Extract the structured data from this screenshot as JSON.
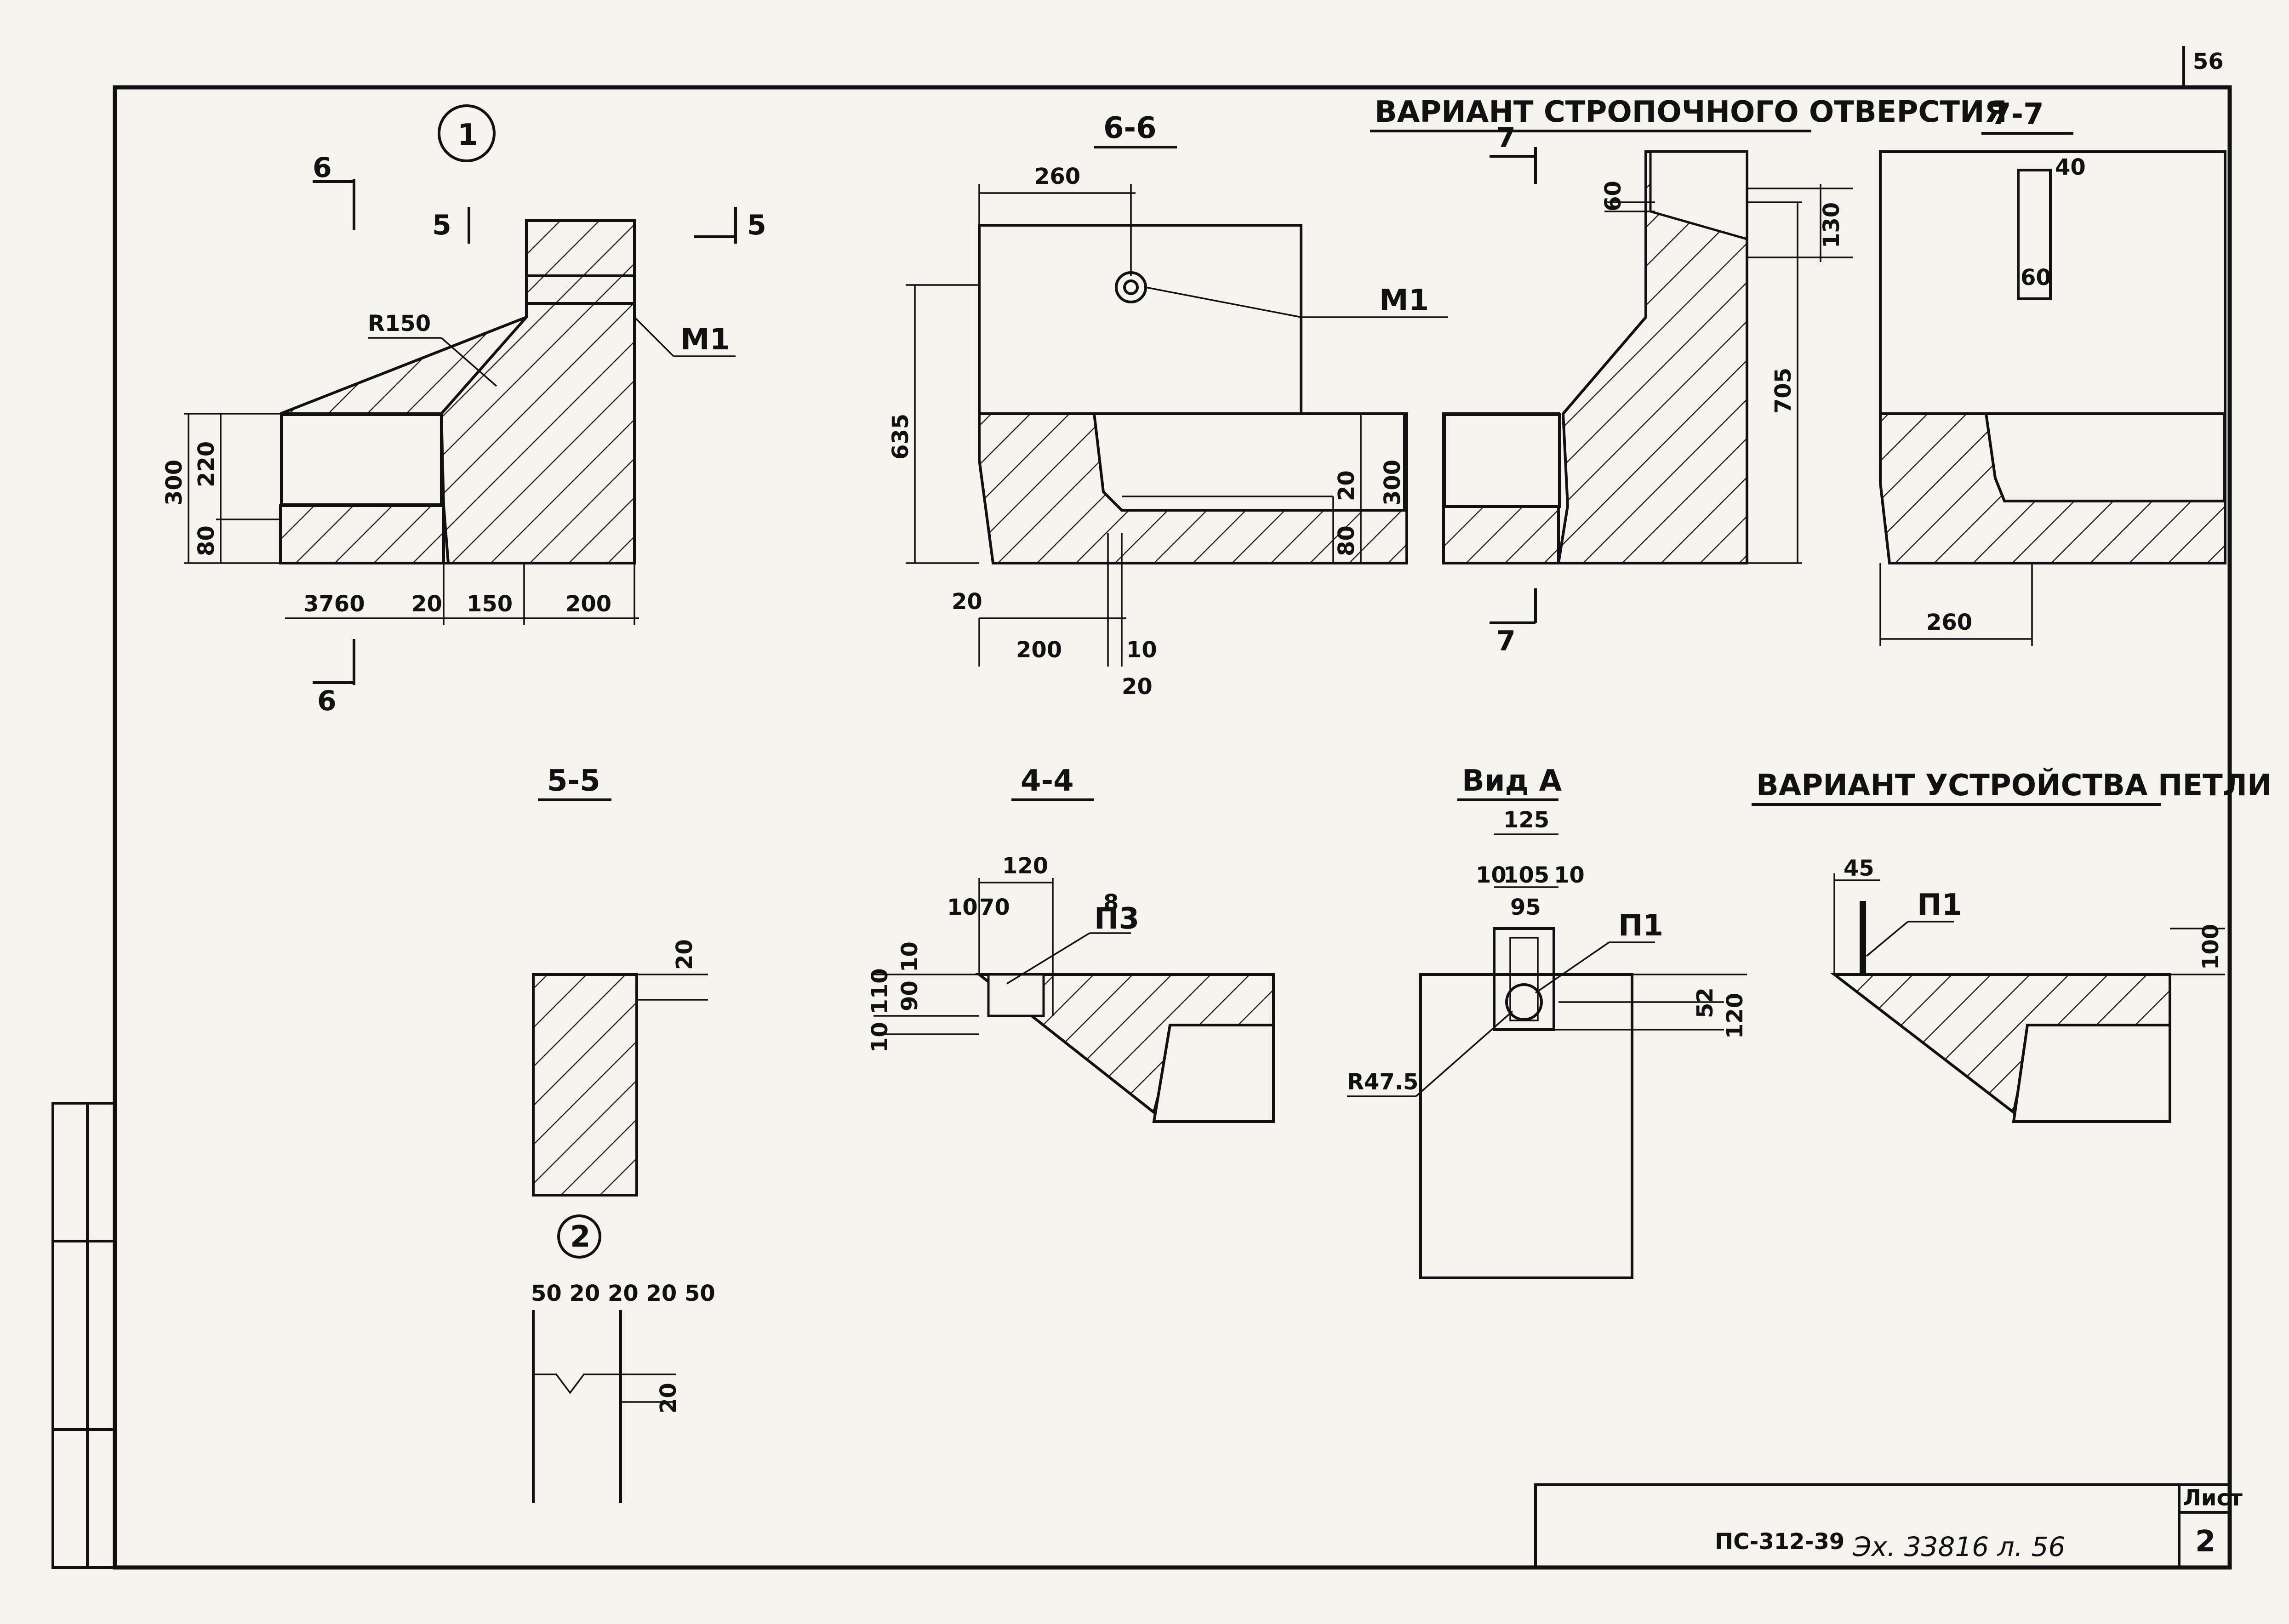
{
  "page": {
    "number": "56"
  },
  "views": {
    "node1": {
      "label": "1",
      "cut6_top": "6",
      "cut6_bottom": "6",
      "cut5_left": "5",
      "cut5_right": "5",
      "radius": "R150",
      "part": "M1",
      "dims": {
        "h300": "300",
        "h220": "220",
        "h80": "80",
        "w3760": "3760",
        "w20": "20",
        "w150": "150",
        "w200": "200"
      }
    },
    "section66": {
      "title": "6-6",
      "part": "M1",
      "dims": {
        "w260": "260",
        "h635": "635",
        "h20r": "20",
        "h300": "300",
        "h80": "80",
        "h20l": "20",
        "w200": "200",
        "w10": "10",
        "w20": "20"
      }
    },
    "sling": {
      "title": "ВАРИАНТ СТРОПОЧНОГО ОТВЕРСТИЯ",
      "cut7_top": "7",
      "cut7_bottom": "7",
      "dims": {
        "h60": "60",
        "h130": "130",
        "h705": "705"
      }
    },
    "section77": {
      "title": "7-7",
      "dims": {
        "w40": "40",
        "w60": "60",
        "w260": "260"
      }
    },
    "section55": {
      "title": "5-5",
      "dims": {
        "h20": "20"
      }
    },
    "node2": {
      "label": "2",
      "dims": {
        "spacing": "50 20 20 20 50",
        "h20": "20"
      }
    },
    "section44": {
      "title": "4-4",
      "part": "П3",
      "dims": {
        "w120": "120",
        "w10": "10",
        "w70": "70",
        "w8": "8",
        "h10": "10",
        "h90": "90",
        "h10_110": "10 110"
      }
    },
    "viewA": {
      "title": "Вид А",
      "part": "П1",
      "radius": "R47.5",
      "dims": {
        "w125": "125",
        "w10l": "10",
        "w105": "105",
        "w10r": "10",
        "w95": "95",
        "h52": "52",
        "h120": "120"
      }
    },
    "loop": {
      "title": "ВАРИАНТ УСТРОЙСТВА ПЕТЛИ",
      "part": "П1",
      "dims": {
        "w45": "45",
        "h100": "100"
      }
    }
  },
  "title_block": {
    "sheet_label": "Лист",
    "sheet_number": "2",
    "code": "ПС-312-39",
    "archive_stamp": "Эх. 33816 л. 56"
  }
}
